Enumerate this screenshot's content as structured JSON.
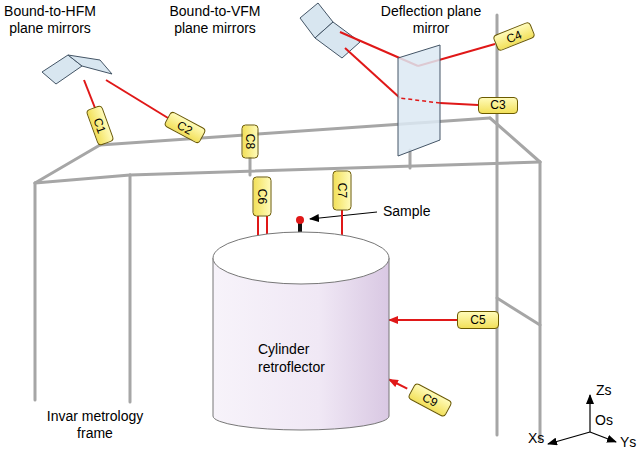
{
  "diagram": {
    "nodes": [
      {
        "text": [
          "C1"
        ]
      },
      {
        "text": [
          "C2"
        ]
      },
      {
        "text": [
          "C3"
        ]
      },
      {
        "text": [
          "C4"
        ]
      },
      {
        "text": [
          "C5"
        ]
      },
      {
        "text": [
          "C6"
        ]
      },
      {
        "text": [
          "C7"
        ]
      },
      {
        "text": [
          "C8"
        ]
      },
      {
        "text": [
          "C9"
        ]
      },
      {
        "text": [
          "Cylinder retroflector"
        ]
      }
    ],
    "edges": [
      {
        "from": 5,
        "to": 9,
        "arrow": "to"
      },
      {
        "from": 6,
        "to": 9,
        "arrow": "to"
      },
      {
        "from": 4,
        "to": 9,
        "arrow": "to"
      },
      {
        "from": 8,
        "to": 9,
        "arrow": "to"
      }
    ],
    "labels": [
      "Bound-to-HFM plane mirrors",
      "Bound-to-VFM plane mirrors",
      "Deflection plane mirror",
      "Sample",
      "Invar metrology frame",
      "Zs",
      "Xs",
      "Os",
      "Ys"
    ]
  }
}
